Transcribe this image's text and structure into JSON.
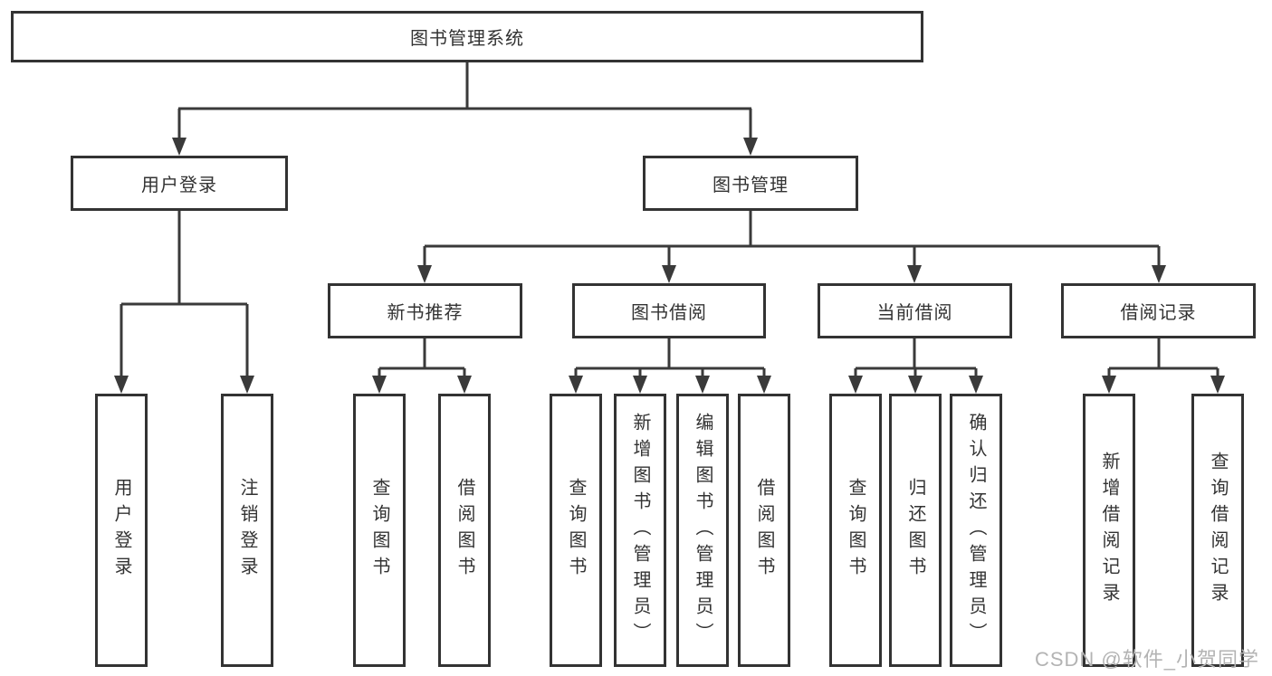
{
  "diagram": {
    "title": "图书管理系统",
    "root": {
      "label": "图书管理系统"
    },
    "level2": [
      {
        "label": "用户登录"
      },
      {
        "label": "图书管理"
      }
    ],
    "level3": [
      {
        "label": "新书推荐"
      },
      {
        "label": "图书借阅"
      },
      {
        "label": "当前借阅"
      },
      {
        "label": "借阅记录"
      }
    ],
    "leaves": {
      "user_login": [
        {
          "label": "用户登录"
        },
        {
          "label": "注销登录"
        }
      ],
      "new_books": [
        {
          "label": "查询图书"
        },
        {
          "label": "借阅图书"
        }
      ],
      "book_borrow": [
        {
          "label": "查询图书"
        },
        {
          "label": "新增图书（管理员）"
        },
        {
          "label": "编辑图书（管理员）"
        },
        {
          "label": "借阅图书"
        }
      ],
      "current_borrow": [
        {
          "label": "查询图书"
        },
        {
          "label": "归还图书"
        },
        {
          "label": "确认归还（管理员）"
        }
      ],
      "borrow_records": [
        {
          "label": "新增借阅记录"
        },
        {
          "label": "查询借阅记录"
        }
      ]
    }
  },
  "watermark": {
    "text": "CSDN @软件_小贺同学"
  },
  "colors": {
    "line": "#3a3a3a",
    "border": "#333333",
    "text": "#333333",
    "background": "#ffffff",
    "watermark": "#b3b3b3"
  }
}
